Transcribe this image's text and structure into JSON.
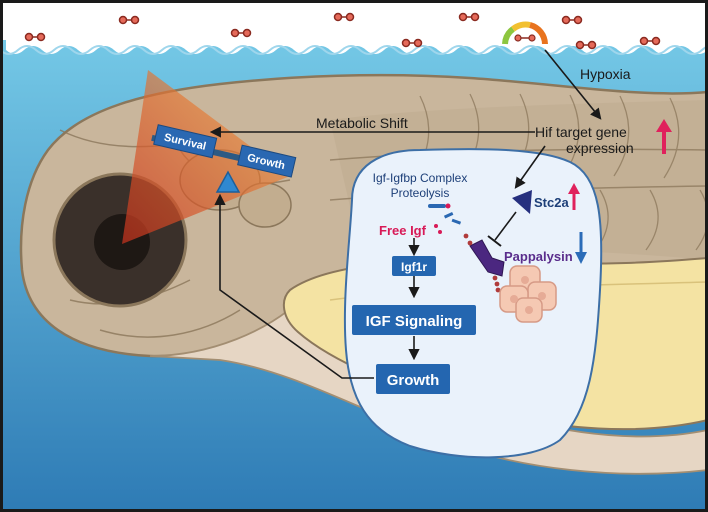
{
  "labels": {
    "hypoxia": "Hypoxia",
    "hif_line1": "Hif target gene",
    "hif_line2": "expression",
    "metabolic_shift": "Metabolic Shift",
    "survival": "Survival",
    "growth_tag": "Growth",
    "complex_line1": "Igf-Igfbp Complex",
    "complex_line2": "Proteolysis",
    "stc2a": "Stc2a",
    "free_igf": "Free Igf",
    "pappalysin": "Pappalysin",
    "igf1r": "Igf1r",
    "igf_signaling": "IGF Signaling",
    "growth_box": "Growth"
  },
  "colors": {
    "sky": "#ffffff",
    "water_top": "#6cc4e4",
    "water_bottom": "#2f7fb8",
    "fish_body": "#c8b49a",
    "fish_outline": "#8f7a5e",
    "yolk": "#f5e5a6",
    "cell_bg": "#e8f1fb",
    "box_blue": "#2466b0",
    "up_arrow": "#e0215c",
    "down_arrow": "#2b6cb8",
    "magenta_text": "#d81a57",
    "purple_text": "#5a2d8c",
    "dark_blue_text": "#1d3f78"
  }
}
